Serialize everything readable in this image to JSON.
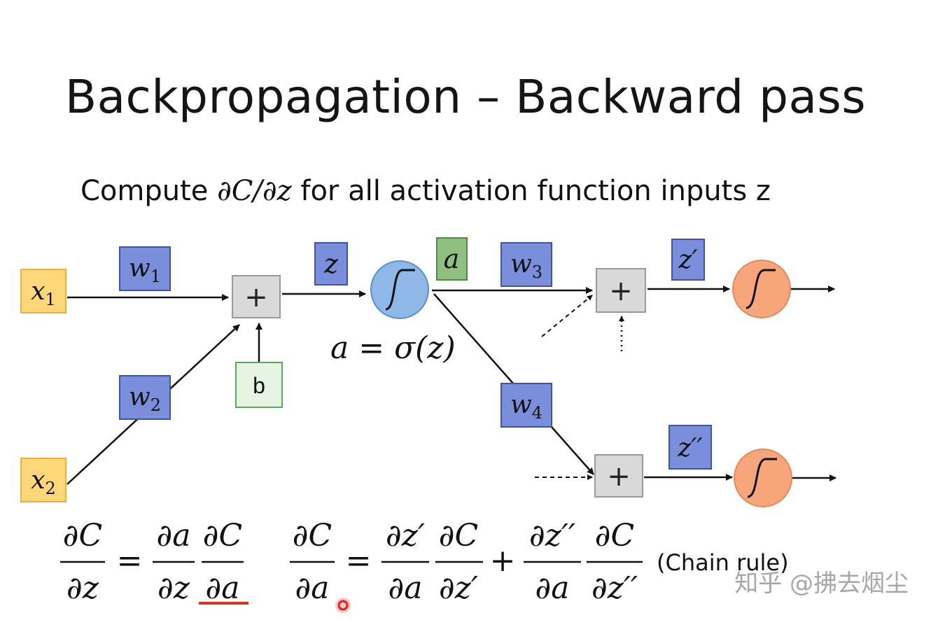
{
  "title": "Backpropagation – Backward pass",
  "subtitle": {
    "prefix": "Compute ",
    "math": "∂C/∂z",
    "suffix": " for all activation function inputs z"
  },
  "nodes": {
    "x1": {
      "base": "x",
      "sub": "1"
    },
    "x2": {
      "base": "x",
      "sub": "2"
    },
    "w1": {
      "base": "w",
      "sub": "1"
    },
    "w2": {
      "base": "w",
      "sub": "2"
    },
    "w3": {
      "base": "w",
      "sub": "3"
    },
    "w4": {
      "base": "w",
      "sub": "4"
    },
    "z": "z",
    "a": "a",
    "b": "b",
    "z_prime": "z′",
    "z_double_prime": "z′′",
    "plus": "+"
  },
  "sigmoid_equation": "a = σ(z)",
  "equations": {
    "eq1_lhs_num": "∂C",
    "eq1_lhs_den": "∂z",
    "eq1_r1_num": "∂a",
    "eq1_r1_den": "∂z",
    "eq1_r2_num": "∂C",
    "eq1_r2_den": "∂a",
    "eq2_lhs_num": "∂C",
    "eq2_lhs_den": "∂a",
    "eq2_t1_num": "∂z′",
    "eq2_t1_den": "∂a",
    "eq2_t2_num": "∂C",
    "eq2_t2_den": "∂z′",
    "eq2_t3_num": "∂z′′",
    "eq2_t3_den": "∂a",
    "eq2_t4_num": "∂C",
    "eq2_t4_den": "∂z′′",
    "equals": "=",
    "plus": "+",
    "note": "(Chain rule)"
  },
  "watermark": "知乎 @拂去烟尘",
  "colors": {
    "input_fill": "#ffd67a",
    "input_stroke": "#e8b23c",
    "weight_fill": "#7a8fdc",
    "weight_stroke": "#3f52a8",
    "bias_fill": "#e4f4e0",
    "bias_stroke": "#5aa85a",
    "a_fill": "#8fc07f",
    "a_stroke": "#4f8a43",
    "plus_fill": "#d9d9d9",
    "plus_stroke": "#9a9a9a",
    "sigmoid_blue": "#8fb8e8",
    "sigmoid_orange": "#f7a57a",
    "underline": "#e03020"
  }
}
